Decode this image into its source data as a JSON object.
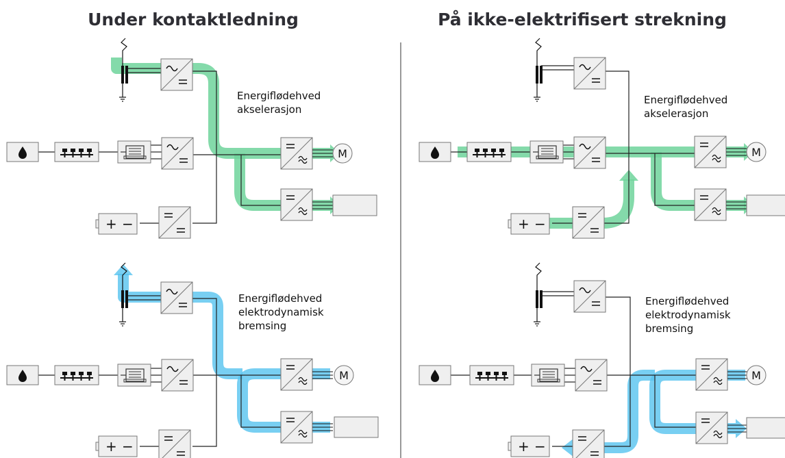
{
  "titles": {
    "left": "Under kontaktledning",
    "right": "På ikke-elektrifisert strekning"
  },
  "captions": {
    "accel_line1": "Energiflødehved",
    "accel_line2": "akselerasjon",
    "brake_line1": "Energiflødehved",
    "brake_line2": "elektrodynamisk",
    "brake_line3": "bremsing"
  },
  "symbols": {
    "motor": "M",
    "battery_plus": "+",
    "battery_minus": "−",
    "ac": "~",
    "dc": "=",
    "ac_out": "≈"
  },
  "colors": {
    "accel_flow": "#6fd39b",
    "brake_flow": "#56c3ef",
    "divider": "#555555"
  },
  "icons": {
    "fuel": "fuel-drop-icon",
    "engine": "engine-cylinders-icon",
    "generator": "generator-icon",
    "converter": "converter-icon",
    "transformer": "transformer-icon",
    "pantograph": "pantograph-icon",
    "ground": "ground-icon",
    "motor": "motor-icon",
    "load": "auxiliary-load-icon",
    "battery": "battery-icon"
  }
}
